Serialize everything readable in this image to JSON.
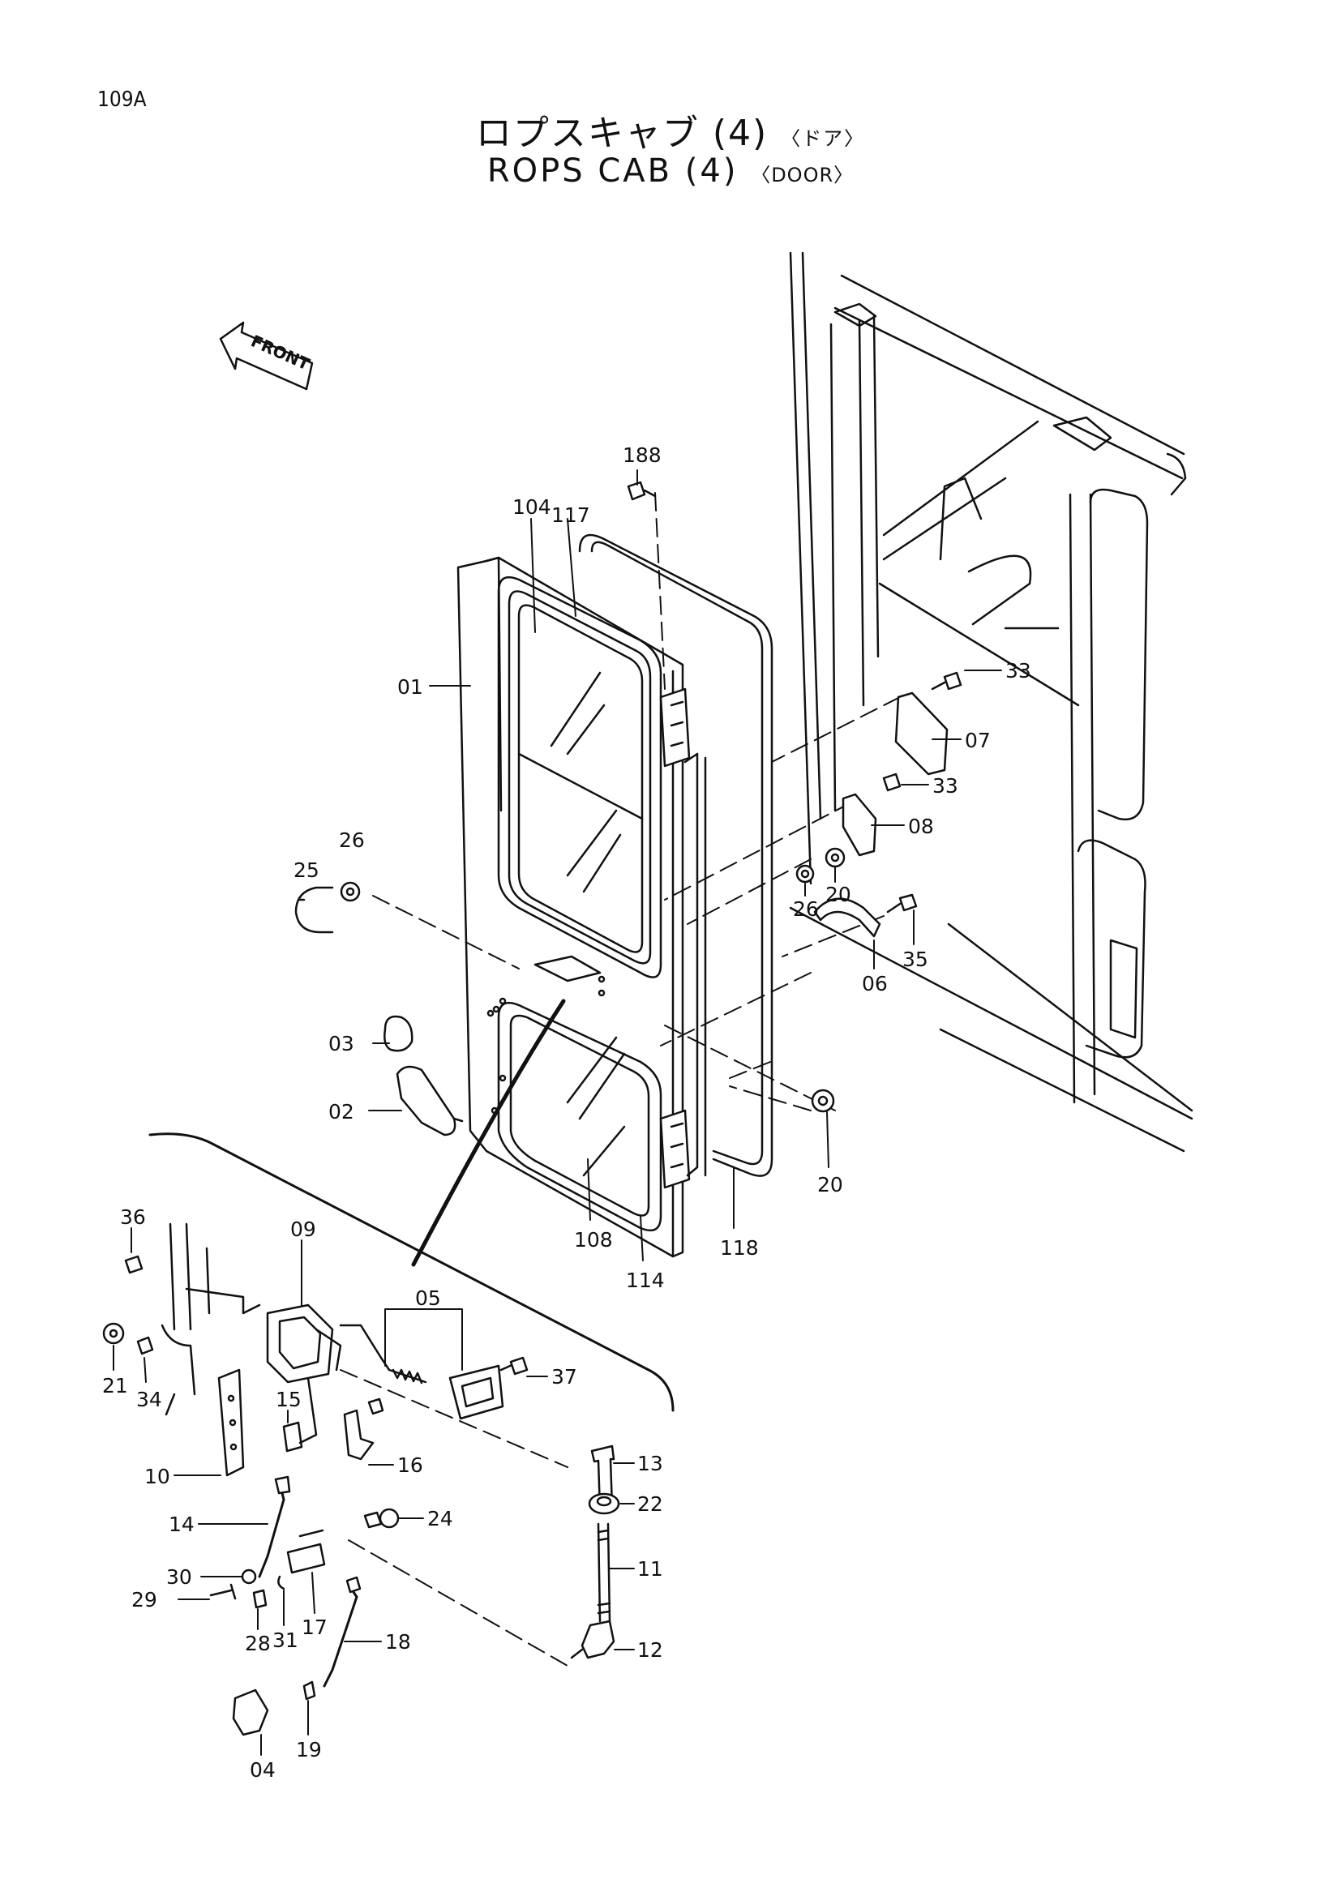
{
  "page_id": "109A",
  "title_jp": "ロプスキャブ (4)",
  "title_jp_sub": "〈ドア〉",
  "title_en": "ROPS CAB (4)",
  "title_en_sub": "〈DOOR〉",
  "front_label": "FRONT",
  "callouts": [
    {
      "id": "c188",
      "label": "188"
    },
    {
      "id": "c104",
      "label": "104"
    },
    {
      "id": "c117",
      "label": "117"
    },
    {
      "id": "c01",
      "label": "01"
    },
    {
      "id": "c33a",
      "label": "33"
    },
    {
      "id": "c07",
      "label": "07"
    },
    {
      "id": "c33b",
      "label": "33"
    },
    {
      "id": "c08",
      "label": "08"
    },
    {
      "id": "c26a",
      "label": "26"
    },
    {
      "id": "c25",
      "label": "25"
    },
    {
      "id": "c20a",
      "label": "20"
    },
    {
      "id": "c26b",
      "label": "26"
    },
    {
      "id": "c35",
      "label": "35"
    },
    {
      "id": "c06",
      "label": "06"
    },
    {
      "id": "c03",
      "label": "03"
    },
    {
      "id": "c02",
      "label": "02"
    },
    {
      "id": "c20b",
      "label": "20"
    },
    {
      "id": "c108",
      "label": "108"
    },
    {
      "id": "c114",
      "label": "114"
    },
    {
      "id": "c118",
      "label": "118"
    },
    {
      "id": "c36",
      "label": "36"
    },
    {
      "id": "c09",
      "label": "09"
    },
    {
      "id": "c05",
      "label": "05"
    },
    {
      "id": "c21",
      "label": "21"
    },
    {
      "id": "c34",
      "label": "34"
    },
    {
      "id": "c37",
      "label": "37"
    },
    {
      "id": "c15",
      "label": "15"
    },
    {
      "id": "c10",
      "label": "10"
    },
    {
      "id": "c16",
      "label": "16"
    },
    {
      "id": "c13",
      "label": "13"
    },
    {
      "id": "c22",
      "label": "22"
    },
    {
      "id": "c14",
      "label": "14"
    },
    {
      "id": "c24",
      "label": "24"
    },
    {
      "id": "c11",
      "label": "11"
    },
    {
      "id": "c30",
      "label": "30"
    },
    {
      "id": "c29",
      "label": "29"
    },
    {
      "id": "c28",
      "label": "28"
    },
    {
      "id": "c31",
      "label": "31"
    },
    {
      "id": "c17",
      "label": "17"
    },
    {
      "id": "c18",
      "label": "18"
    },
    {
      "id": "c12",
      "label": "12"
    },
    {
      "id": "c19",
      "label": "19"
    },
    {
      "id": "c04",
      "label": "04"
    }
  ]
}
